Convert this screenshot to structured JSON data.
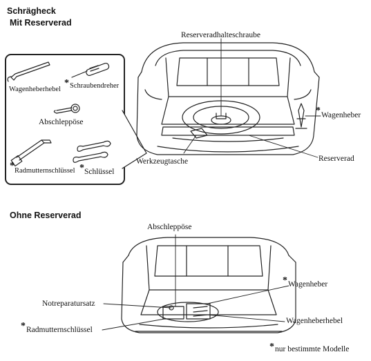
{
  "sections": {
    "hatchback": "Schrägheck",
    "with_spare": "Mit Reserverad",
    "without_spare": "Ohne Reserverad"
  },
  "tools": {
    "jack_lever": "Wagenheberhebel",
    "screwdriver": "Schraubendreher",
    "tow_hook": "Abschleppöse",
    "lug_wrench": "Radmutternschlüssel",
    "spanner": "Schlüssel"
  },
  "upper_labels": {
    "spare_bolt": "Reserveradhalteschraube",
    "jack": "Wagenheber",
    "tool_bag": "Werkzeugtasche",
    "spare_tire": "Reserverad"
  },
  "lower_labels": {
    "tow_hook": "Abschleppöse",
    "jack": "Wagenheber",
    "repair_kit": "Notreparatursatz",
    "jack_lever": "Wagenheberhebel",
    "lug_wrench": "Radmutternschlüssel"
  },
  "asterisk": "*",
  "footnote": "nur bestimmte Modelle"
}
